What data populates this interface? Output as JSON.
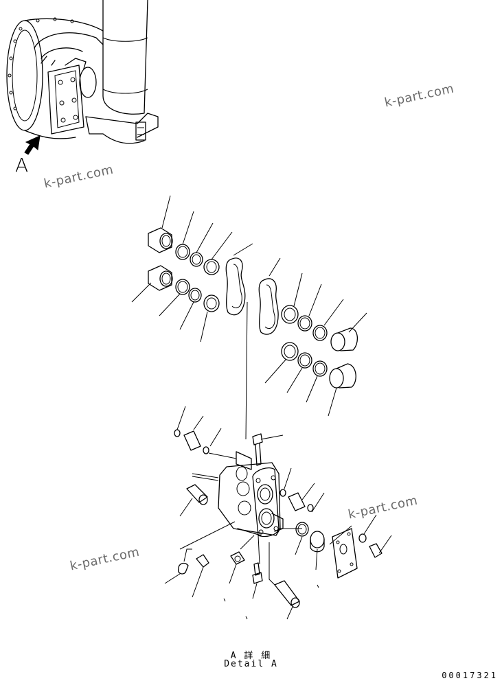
{
  "watermark": "k-part.com",
  "view": {
    "label": "A",
    "caption_jp": "A 詳 細",
    "caption_en": "Detail A"
  },
  "document_number": "00017321",
  "colors": {
    "line": "#000000",
    "watermark": "#6a6a6a",
    "background": "#ffffff"
  }
}
